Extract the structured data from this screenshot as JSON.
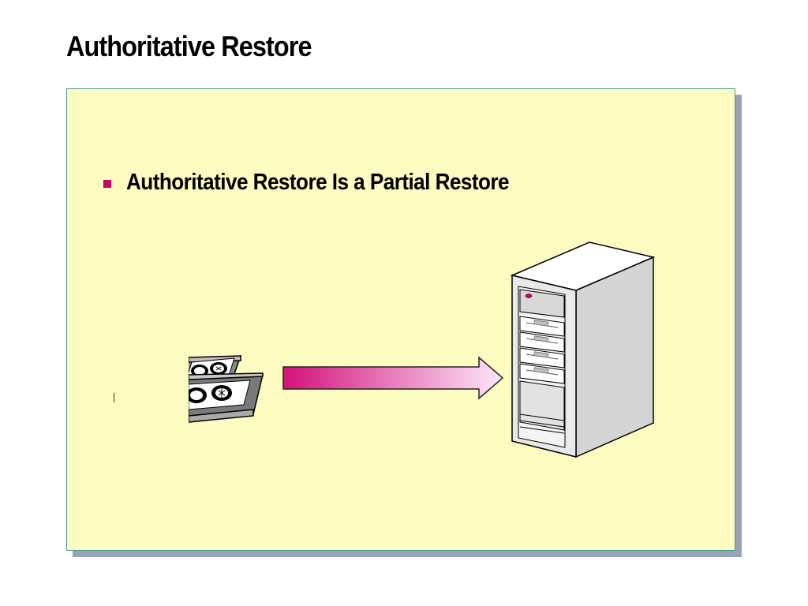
{
  "slide": {
    "title": "Authoritative Restore",
    "bullets": [
      {
        "text": "Authoritative Restore Is a Partial Restore"
      }
    ]
  },
  "diagram": {
    "source": "backup-tapes",
    "target": "server-tower",
    "arrow": {
      "gradient_start": "#d4147a",
      "gradient_end": "#fce6fa"
    }
  },
  "colors": {
    "panel_fill": "#fcfcc0",
    "panel_border": "#3f9999",
    "panel_shadow": "#9aa3b4",
    "bullet": "#cc0066",
    "server_led": "#cc0066"
  }
}
